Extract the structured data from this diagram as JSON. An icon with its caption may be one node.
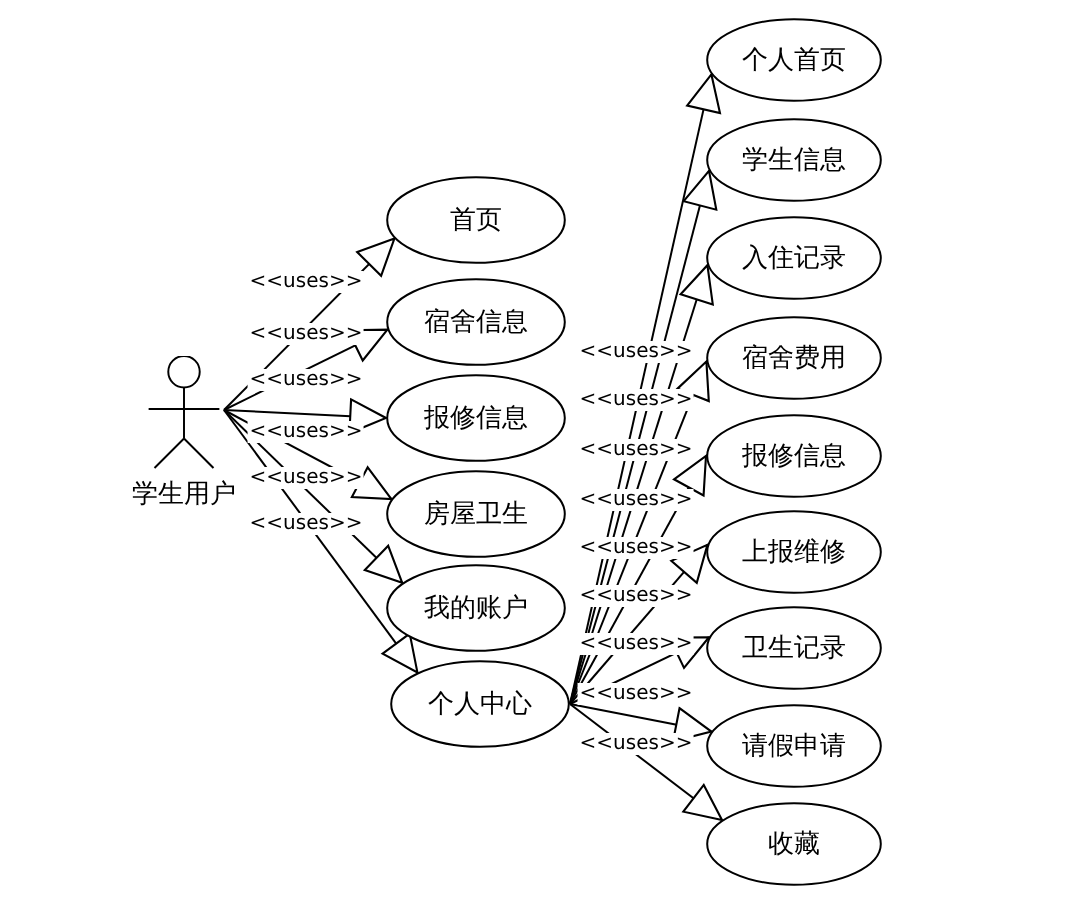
{
  "diagram": {
    "nodes": [
      {
        "text": [
          "学生用户"
        ]
      },
      {
        "text": [
          "首页"
        ]
      },
      {
        "text": [
          "宿舍信息"
        ]
      },
      {
        "text": [
          "报修信息"
        ]
      },
      {
        "text": [
          "房屋卫生"
        ]
      },
      {
        "text": [
          "我的账户"
        ]
      },
      {
        "text": [
          "个人中心"
        ]
      },
      {
        "text": [
          "个人首页"
        ]
      },
      {
        "text": [
          "学生信息"
        ]
      },
      {
        "text": [
          "入住记录"
        ]
      },
      {
        "text": [
          "宿舍费用"
        ]
      },
      {
        "text": [
          "报修信息"
        ]
      },
      {
        "text": [
          "上报维修"
        ]
      },
      {
        "text": [
          "卫生记录"
        ]
      },
      {
        "text": [
          "请假申请"
        ]
      },
      {
        "text": [
          "收藏"
        ]
      }
    ],
    "edges": [
      {
        "from": 0,
        "to": 1,
        "arrow": "to",
        "label": "<<uses>>"
      },
      {
        "from": 0,
        "to": 2,
        "arrow": "to",
        "label": "<<uses>>"
      },
      {
        "from": 0,
        "to": 3,
        "arrow": "to",
        "label": "<<uses>>"
      },
      {
        "from": 0,
        "to": 4,
        "arrow": "to",
        "label": "<<uses>>"
      },
      {
        "from": 0,
        "to": 5,
        "arrow": "to",
        "label": "<<uses>>"
      },
      {
        "from": 0,
        "to": 6,
        "arrow": "to",
        "label": "<<uses>>"
      },
      {
        "from": 6,
        "to": 7,
        "arrow": "to",
        "label": "<<uses>>"
      },
      {
        "from": 6,
        "to": 8,
        "arrow": "to",
        "label": "<<uses>>"
      },
      {
        "from": 6,
        "to": 9,
        "arrow": "to",
        "label": "<<uses>>"
      },
      {
        "from": 6,
        "to": 10,
        "arrow": "to",
        "label": "<<uses>>"
      },
      {
        "from": 6,
        "to": 11,
        "arrow": "to",
        "label": "<<uses>>"
      },
      {
        "from": 6,
        "to": 12,
        "arrow": "to",
        "label": "<<uses>>"
      },
      {
        "from": 6,
        "to": 13,
        "arrow": "to",
        "label": "<<uses>>"
      },
      {
        "from": 6,
        "to": 14,
        "arrow": "to",
        "label": "<<uses>>"
      },
      {
        "from": 6,
        "to": 15,
        "arrow": "to",
        "label": "<<uses>>"
      }
    ]
  }
}
